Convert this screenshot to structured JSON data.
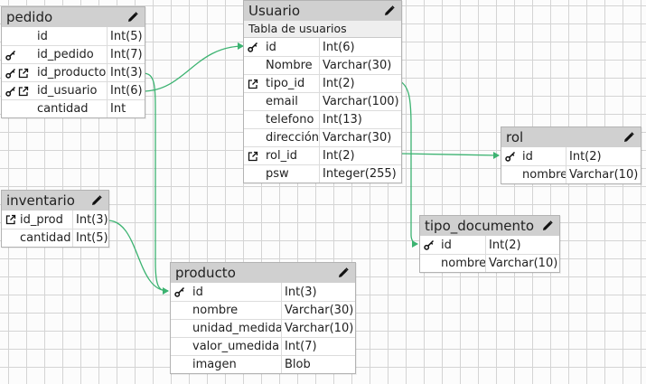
{
  "tables": {
    "pedido": {
      "title": "pedido",
      "rows": [
        {
          "name": "id",
          "type": "Int(5)",
          "key": false,
          "fk": false
        },
        {
          "name": "id_pedido",
          "type": "Int(7)",
          "key": true,
          "fk": false
        },
        {
          "name": "id_producto",
          "type": "Int(3)",
          "key": true,
          "fk": true
        },
        {
          "name": "id_usuario",
          "type": "Int(6)",
          "key": true,
          "fk": true
        },
        {
          "name": "cantidad",
          "type": "Int",
          "key": false,
          "fk": false
        }
      ]
    },
    "usuario": {
      "title": "Usuario",
      "comment": "Tabla de usuarios",
      "rows": [
        {
          "name": "id",
          "type": "Int(6)",
          "key": true,
          "fk": false
        },
        {
          "name": "Nombre",
          "type": "Varchar(30)",
          "key": false,
          "fk": false
        },
        {
          "name": "tipo_id",
          "type": "Int(2)",
          "key": false,
          "fk": true
        },
        {
          "name": "email",
          "type": "Varchar(100)",
          "key": false,
          "fk": false
        },
        {
          "name": "telefono",
          "type": "Int(13)",
          "key": false,
          "fk": false
        },
        {
          "name": "dirección",
          "type": "Varchar(30)",
          "key": false,
          "fk": false
        },
        {
          "name": "rol_id",
          "type": "Int(2)",
          "key": false,
          "fk": true
        },
        {
          "name": "psw",
          "type": "Integer(255)",
          "key": false,
          "fk": false
        }
      ]
    },
    "rol": {
      "title": "rol",
      "rows": [
        {
          "name": "id",
          "type": "Int(2)",
          "key": true,
          "fk": false
        },
        {
          "name": "nombre",
          "type": "Varchar(10)",
          "key": false,
          "fk": false
        }
      ]
    },
    "inventario": {
      "title": "inventario",
      "rows": [
        {
          "name": "id_prod",
          "type": "Int(3)",
          "key": false,
          "fk": true
        },
        {
          "name": "cantidad",
          "type": "Int(5)",
          "key": false,
          "fk": false
        }
      ]
    },
    "tipo_documento": {
      "title": "tipo_documento",
      "rows": [
        {
          "name": "id",
          "type": "Int(2)",
          "key": true,
          "fk": false
        },
        {
          "name": "nombre",
          "type": "Varchar(10)",
          "key": false,
          "fk": false
        }
      ]
    },
    "producto": {
      "title": "producto",
      "rows": [
        {
          "name": "id",
          "type": "Int(3)",
          "key": true,
          "fk": false
        },
        {
          "name": "nombre",
          "type": "Varchar(30)",
          "key": false,
          "fk": false
        },
        {
          "name": "unidad_medida",
          "type": "Varchar(10)",
          "key": false,
          "fk": false
        },
        {
          "name": "valor_umedida",
          "type": "Int(7)",
          "key": false,
          "fk": false
        },
        {
          "name": "imagen",
          "type": "Blob",
          "key": false,
          "fk": false
        }
      ]
    }
  },
  "relations": [
    {
      "from": "pedido.id_usuario",
      "to": "Usuario.id"
    },
    {
      "from": "pedido.id_producto",
      "to": "producto.id"
    },
    {
      "from": "inventario.id_prod",
      "to": "producto.id"
    },
    {
      "from": "Usuario.rol_id",
      "to": "rol.id"
    },
    {
      "from": "Usuario.tipo_id",
      "to": "tipo_documento.id"
    }
  ],
  "colors": {
    "link": "#3cb371",
    "header": "#d0d0d0"
  }
}
